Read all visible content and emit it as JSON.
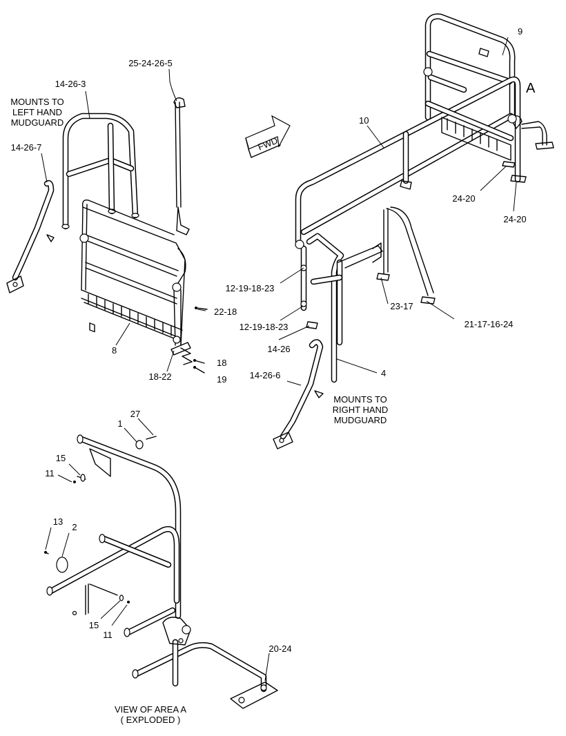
{
  "diagram": {
    "callouts": {
      "c_25_24_26_5": "25-24-26-5",
      "c_14_26_3": "14-26-3",
      "c_14_26_7": "14-26-7",
      "c_22_18": "22-18",
      "c_8": "8",
      "c_18_22": "18-22",
      "c_18": "18",
      "c_19": "19",
      "c_9": "9",
      "c_A": "A",
      "c_10": "10",
      "c_24_20_a": "24-20",
      "c_24_20_b": "24-20",
      "c_12_19_18_23_a": "12-19-18-23",
      "c_12_19_18_23_b": "12-19-18-23",
      "c_23_17": "23-17",
      "c_21_17_16_24": "21-17-16-24",
      "c_14_26": "14-26",
      "c_4": "4",
      "c_14_26_6": "14-26-6",
      "c_1": "1",
      "c_27": "27",
      "c_15_a": "15",
      "c_11_a": "11",
      "c_13": "13",
      "c_2": "2",
      "c_15_b": "15",
      "c_11_b": "11",
      "c_20_24": "20-24"
    },
    "notes": {
      "left_mount": [
        "MOUNTS TO",
        "LEFT HAND",
        "MUDGUARD"
      ],
      "right_mount": [
        "MOUNTS TO",
        "RIGHT HAND",
        "MUDGUARD"
      ],
      "view_label": [
        "VIEW OF AREA  A",
        "( EXPLODED )"
      ]
    },
    "fwd_arrow": "FWD"
  }
}
